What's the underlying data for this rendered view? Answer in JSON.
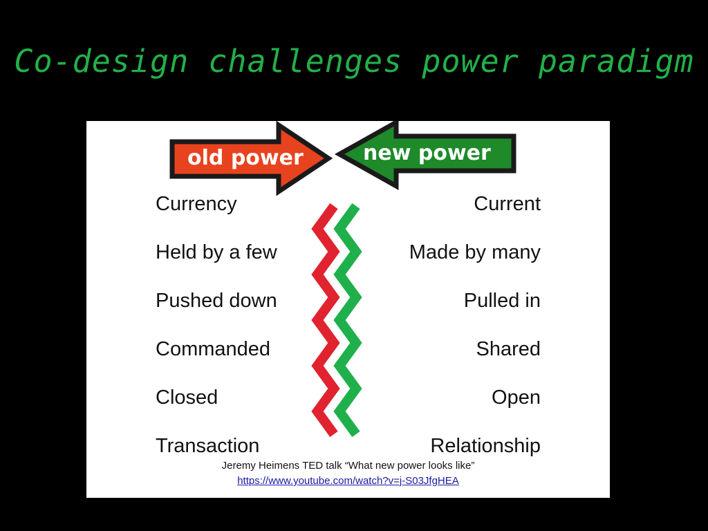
{
  "slide": {
    "title": "Co-design challenges power paradigm"
  },
  "diagram": {
    "old_label": "old power",
    "new_label": "new power",
    "rows": [
      {
        "left": "Currency",
        "right": "Current"
      },
      {
        "left": "Held by a few",
        "right": "Made by many"
      },
      {
        "left": "Pushed down",
        "right": "Pulled in"
      },
      {
        "left": "Commanded",
        "right": "Shared"
      },
      {
        "left": "Closed",
        "right": "Open"
      },
      {
        "left": "Transaction",
        "right": "Relationship"
      }
    ],
    "credit": "Jeremy Heimens  TED talk “What new power looks like”",
    "link": "https://www.youtube.com/watch?v=j-S03JfgHEA"
  },
  "colors": {
    "background": "#000000",
    "title": "#22b04a",
    "old_arrow": "#e8431f",
    "new_arrow": "#1e8a2a",
    "zigzag_red": "#e0232e",
    "zigzag_green": "#1fb04b",
    "link": "#1a1aa6"
  }
}
